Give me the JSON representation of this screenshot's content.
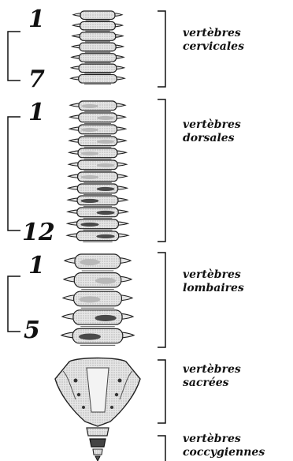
{
  "regions": [
    {
      "id": "cervical",
      "first_number": "1",
      "last_number": "7",
      "label_line1": "vertèbres",
      "label_line2": "cervicales",
      "vertebra_count": 7
    },
    {
      "id": "dorsal",
      "first_number": "1",
      "last_number": "12",
      "label_line1": "vertèbres",
      "label_line2": "dorsales",
      "vertebra_count": 12
    },
    {
      "id": "lumbar",
      "first_number": "1",
      "last_number": "5",
      "label_line1": "vertèbres",
      "label_line2": "lombaires",
      "vertebra_count": 5
    },
    {
      "id": "sacral",
      "label_line1": "vertèbres",
      "label_line2": "sacrées"
    },
    {
      "id": "coccygeal",
      "label_line1": "vertèbres",
      "label_line2": "coccygiennes"
    }
  ],
  "colors": {
    "ink": "#111111",
    "bone_light": "#e4e4e4",
    "bone_mid": "#b8b8b8",
    "bone_dark": "#4a4a4a"
  }
}
